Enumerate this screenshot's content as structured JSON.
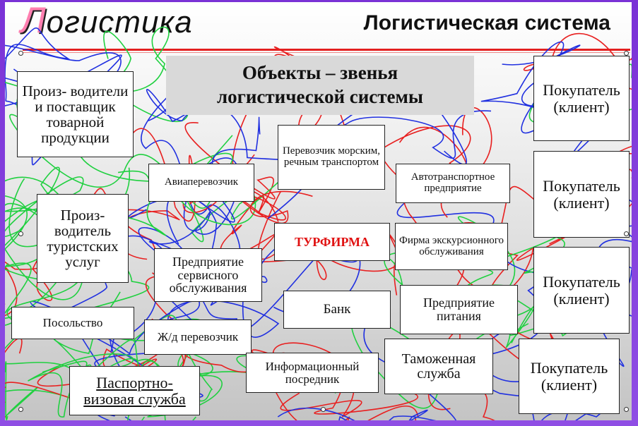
{
  "header": {
    "logo_first_letter": "Л",
    "logo_rest": "огистика",
    "title": "Логистическая система"
  },
  "center_title": "Объекты – звенья логистической системы",
  "nodes": {
    "producers": "Произ- водители и поставщик товарной продукции",
    "air": "Авиаперевозчик",
    "sea": "Перевозчик морским, речным транспортом",
    "auto": "Автотранспортное предприятие",
    "tourism_producer": "Произ- водитель туристских услуг",
    "turfirma": "ТУРФИРМА",
    "excursion": "Фирма экскурсионного обслуживания",
    "service": "Предприятие сервисного обслуживания",
    "bank": "Банк",
    "food": "Предприятие питания",
    "embassy": "Посольство",
    "rail": "Ж/д перевозчик",
    "customs": "Таможенная служба",
    "info": "Информационный посредник",
    "passport": "Паспортно- визовая служба",
    "buyer1": "Покупатель (клиент)",
    "buyer2": "Покупатель (клиент)",
    "buyer3": "Покупатель (клиент)",
    "buyer4": "Покупатель (клиент)"
  },
  "colors": {
    "rule": "#e32020",
    "scribble_red": "#e82020",
    "scribble_blue": "#2030e0",
    "scribble_green": "#20d040",
    "frame": "#7a32d6"
  }
}
